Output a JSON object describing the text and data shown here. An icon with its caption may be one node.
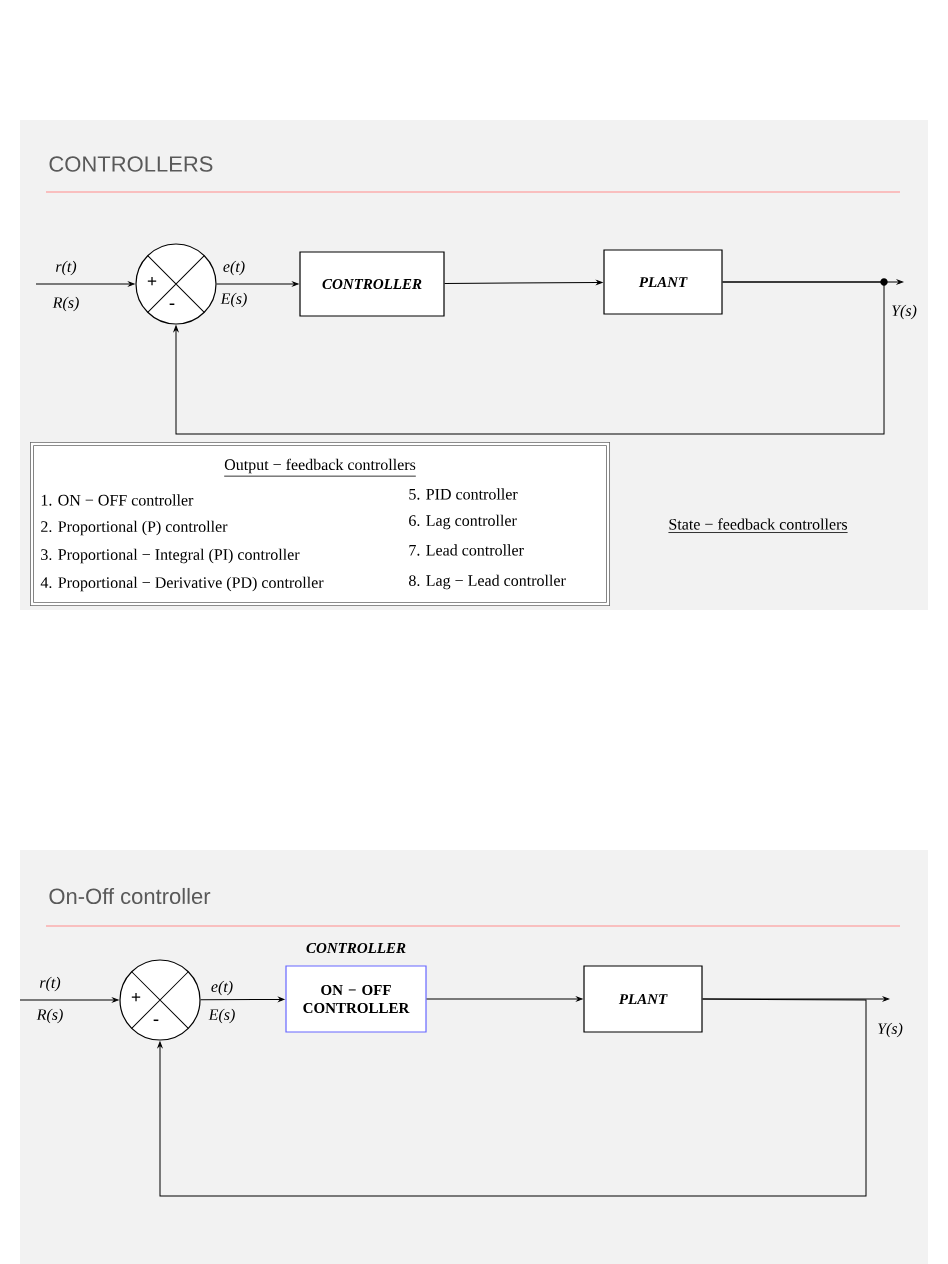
{
  "diagram": {
    "nodes": [
      {
        "text": [
          "CONTROLLERS"
        ]
      },
      {
        "text": [
          "+",
          "-"
        ],
        "in": 0
      },
      {
        "text": [
          "CONTROLLER"
        ],
        "in": 0
      },
      {
        "text": [
          "PLANT"
        ],
        "in": 0
      },
      {
        "text": [
          "Output − feedback controllers",
          "1. ON − OFF controller",
          "2. Proportional (P) controller",
          "3. Proportional − Integral (PI) controller",
          "4. Proportional − Derivative (PD) controller",
          "5. PID controller",
          "6. Lag controller",
          "7. Lead controller",
          "8. Lag − Lead controller"
        ],
        "in": 0
      },
      {
        "text": [
          "On-Off controller"
        ]
      },
      {
        "text": [
          "+",
          "-"
        ],
        "in": 5
      },
      {
        "text": [
          "ON − OFF CONTROLLER"
        ],
        "beside": [
          "CONTROLLER"
        ],
        "in": 5
      },
      {
        "text": [
          "PLANT"
        ],
        "in": 5
      },
      {
        "text": [
          "Y(s)"
        ],
        "in": 0
      },
      {
        "text": [
          "Y(s)"
        ],
        "in": 5
      }
    ],
    "edges": [
      {
        "from": null,
        "to": 1,
        "arrow": "to"
      },
      {
        "from": 1,
        "to": 2,
        "arrow": "to"
      },
      {
        "from": 2,
        "to": 3,
        "arrow": "to"
      },
      {
        "from": 3,
        "to": 9,
        "arrow": "to"
      },
      {
        "from": 3,
        "to": 1,
        "arrow": "to"
      },
      {
        "from": null,
        "to": 6,
        "arrow": "to"
      },
      {
        "from": 6,
        "to": 7,
        "arrow": "to"
      },
      {
        "from": 7,
        "to": 8,
        "arrow": "to"
      },
      {
        "from": 8,
        "to": 10,
        "arrow": "to"
      },
      {
        "from": 8,
        "to": 6,
        "arrow": "to"
      }
    ],
    "labels": [
      "r(t)",
      "R(s)",
      "e(t)",
      "E(s)",
      "State − feedback controllers",
      "r(t)",
      "R(s)",
      "e(t)",
      "E(s)"
    ]
  }
}
